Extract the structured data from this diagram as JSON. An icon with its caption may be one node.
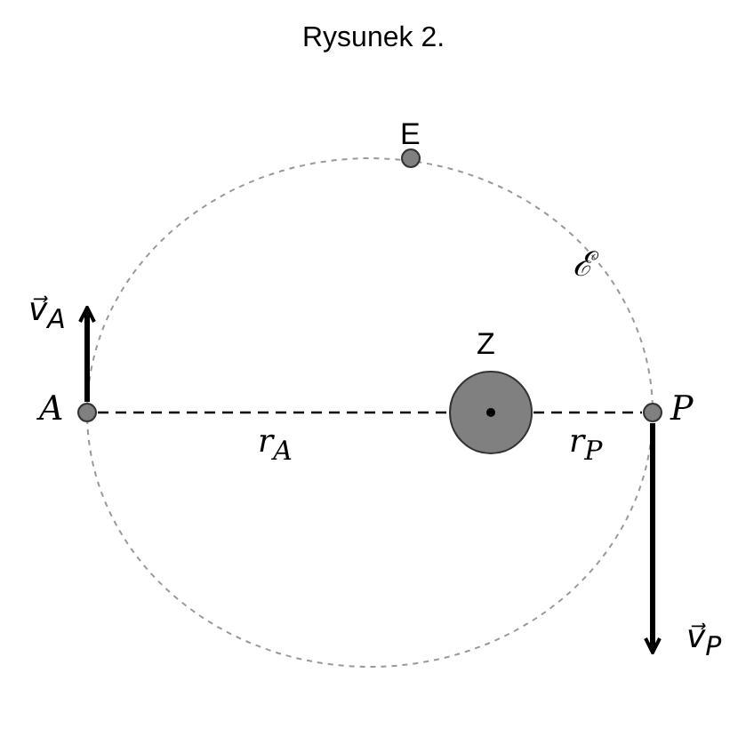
{
  "diagram": {
    "title": "Rysunek 2.",
    "nodes": [
      {
        "text": [
          "E"
        ]
      },
      {
        "text": [
          "A"
        ]
      },
      {
        "text": [
          "Z"
        ]
      },
      {
        "text": [
          "P"
        ]
      }
    ],
    "edges": [
      {
        "from": 1,
        "to": 2,
        "arrow": "none",
        "style": "dashed",
        "label": "r$_{A}$"
      },
      {
        "from": 2,
        "to": 3,
        "arrow": "none",
        "style": "dashed",
        "label": "r$_{P}$"
      }
    ],
    "labels": [
      "ℰ",
      "v⃗$_{A}$",
      "v⃗$_{P}$"
    ]
  }
}
